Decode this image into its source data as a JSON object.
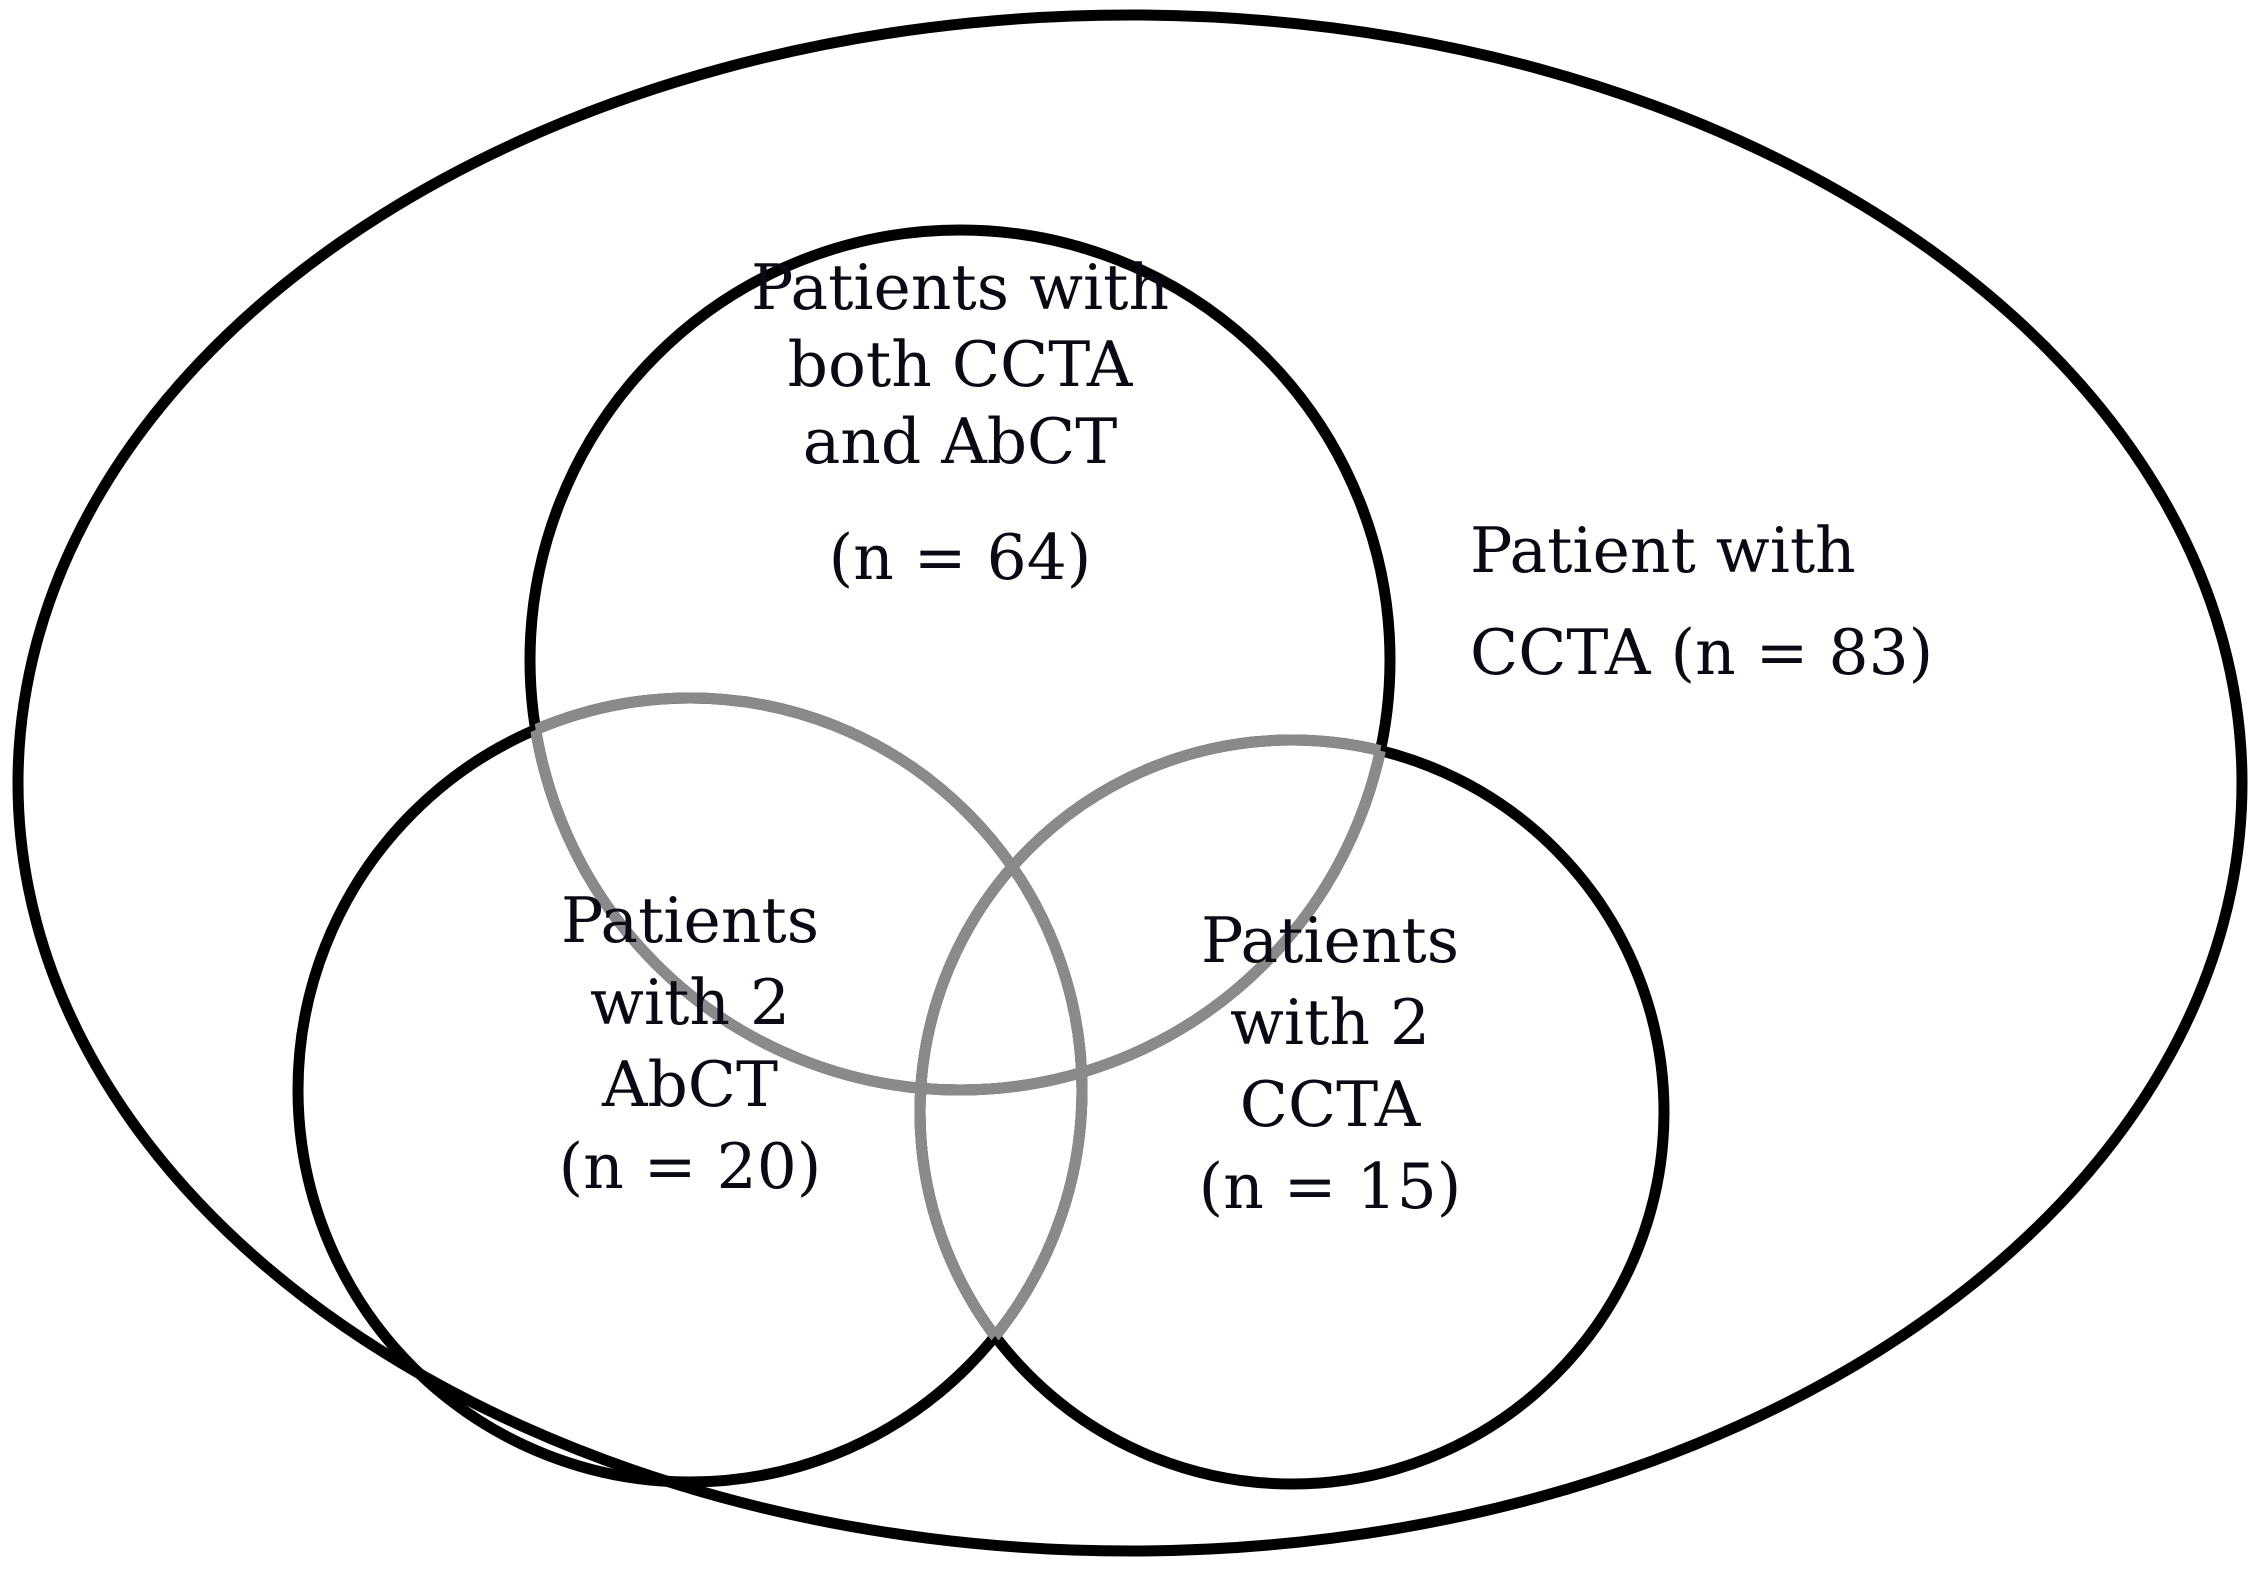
{
  "figure": {
    "kind": "venn-diagram",
    "background_color": "#ffffff",
    "stroke_color": "#000000",
    "overlap_stroke_color": "#808080",
    "text_color": "#0a0a14"
  },
  "chart_data": {
    "type": "venn",
    "title": "",
    "sets": [
      {
        "id": "universe",
        "role": "outer-ellipse",
        "label_lines": [
          "Patient with",
          "CCTA (n = 83)"
        ],
        "name": "Patient with CCTA",
        "count": 83
      },
      {
        "id": "both",
        "role": "top-circle",
        "label_lines": [
          "Patients with",
          "both CCTA",
          "and AbCT",
          "(n = 64)"
        ],
        "name": "Patients with both CCTA and AbCT",
        "count": 64
      },
      {
        "id": "two-abct",
        "role": "bottom-left-circle",
        "label_lines": [
          "Patients",
          "with 2",
          "AbCT",
          "(n = 20)"
        ],
        "name": "Patients with 2 AbCT",
        "count": 20
      },
      {
        "id": "two-ccta",
        "role": "bottom-right-circle",
        "label_lines": [
          "Patients",
          "with 2",
          "CCTA",
          "(n = 15)"
        ],
        "name": "Patients with 2 CCTA",
        "count": 15
      }
    ],
    "legend": null,
    "grid": false
  },
  "labels": {
    "both": {
      "line1": "Patients with",
      "line2": "both CCTA",
      "line3": "and AbCT",
      "line4": "(n = 64)"
    },
    "universe": {
      "line1": "Patient with",
      "line2": "CCTA (n = 83)"
    },
    "abct": {
      "line1": "Patients",
      "line2": "with 2",
      "line3": "AbCT",
      "line4": "(n = 20)"
    },
    "ccta": {
      "line1": "Patients",
      "line2": "with 2",
      "line3": "CCTA",
      "line4": "(n = 15)"
    }
  }
}
